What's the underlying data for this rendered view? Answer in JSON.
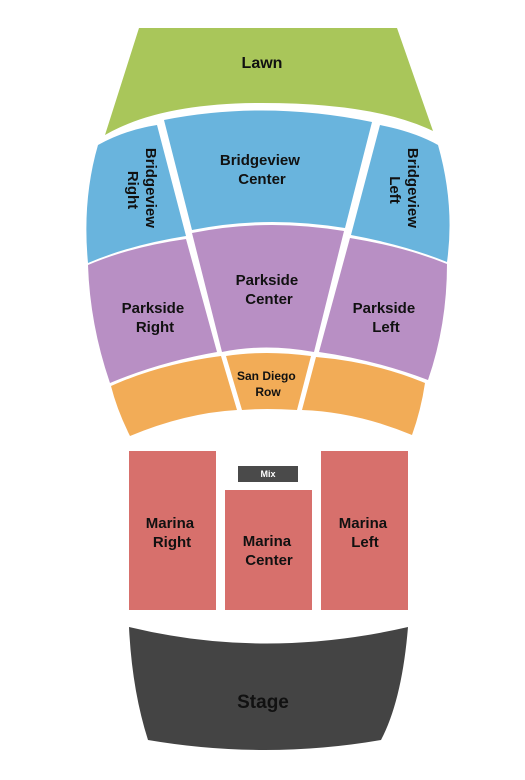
{
  "colors": {
    "lawn": "#a9c65a",
    "bridgeview": "#69b4dd",
    "parkside": "#b88fc4",
    "san_diego_row": "#f2ac57",
    "marina": "#d7706c",
    "mix": "#4a4a4a",
    "stage": "#444444",
    "label": "#111111"
  },
  "sections": {
    "lawn": "Lawn",
    "bridgeview_right": [
      "Bridgeview",
      "Right"
    ],
    "bridgeview_center": [
      "Bridgeview",
      "Center"
    ],
    "bridgeview_left": [
      "Bridgeview",
      "Left"
    ],
    "parkside_right": [
      "Parkside",
      "Right"
    ],
    "parkside_center": [
      "Parkside",
      "Center"
    ],
    "parkside_left": [
      "Parkside",
      "Left"
    ],
    "san_diego_row": [
      "San Diego",
      "Row"
    ],
    "mix": "Mix",
    "marina_right": [
      "Marina",
      "Right"
    ],
    "marina_center": [
      "Marina",
      "Center"
    ],
    "marina_left": [
      "Marina",
      "Left"
    ],
    "stage": "Stage"
  }
}
